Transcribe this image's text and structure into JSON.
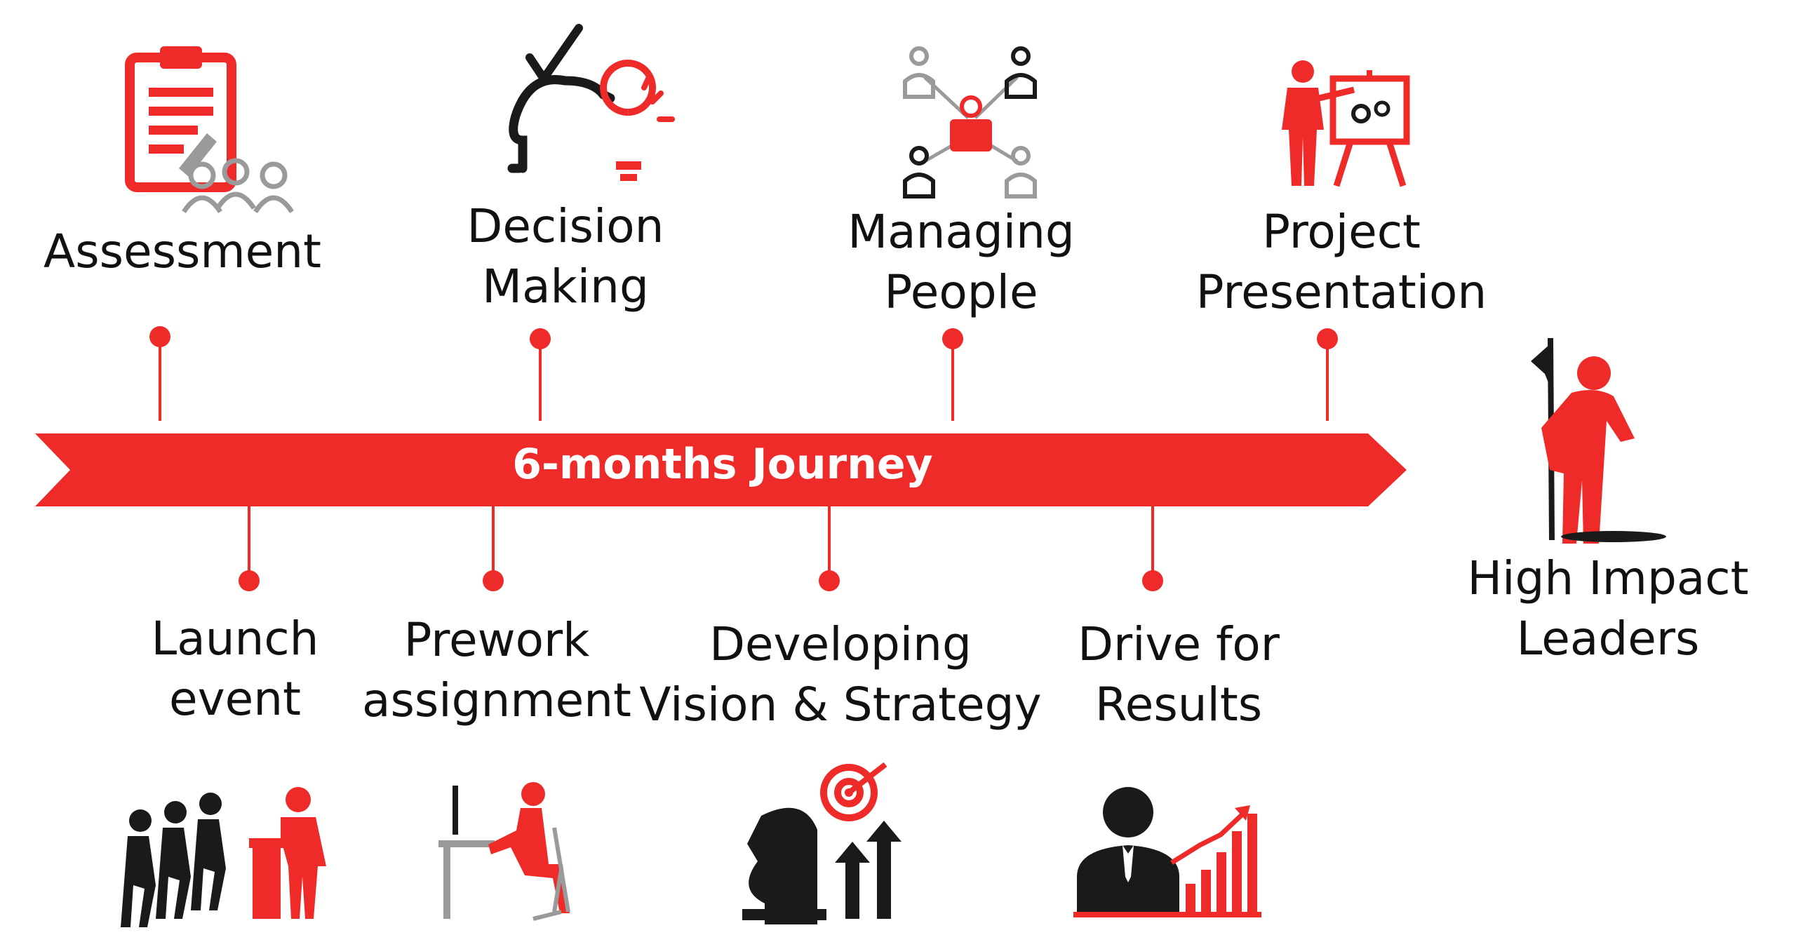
{
  "banner": {
    "label": "6-months Journey"
  },
  "colors": {
    "red": "#ef2b2a",
    "dark": "#1a1a1a",
    "gray": "#9a9a9a"
  },
  "top_milestones": [
    {
      "lines": [
        "Assessment"
      ],
      "icon": "clipboard-assessment-icon"
    },
    {
      "lines": [
        "Decision",
        "Making"
      ],
      "icon": "decision-lightbulb-icon"
    },
    {
      "lines": [
        "Managing",
        "People"
      ],
      "icon": "people-network-icon"
    },
    {
      "lines": [
        "Project",
        "Presentation"
      ],
      "icon": "presenter-easel-icon"
    }
  ],
  "bottom_milestones": [
    {
      "lines": [
        "Launch",
        "event"
      ],
      "icon": "audience-speaker-icon"
    },
    {
      "lines": [
        "Prework",
        "assignment"
      ],
      "icon": "person-at-desk-icon"
    },
    {
      "lines": [
        "Developing",
        "Vision & Strategy"
      ],
      "icon": "chess-target-icon"
    },
    {
      "lines": [
        "Drive for",
        "Results"
      ],
      "icon": "businessman-growth-chart-icon"
    }
  ],
  "goal": {
    "lines": [
      "High Impact",
      "Leaders"
    ],
    "icon": "leader-with-flag-icon"
  }
}
